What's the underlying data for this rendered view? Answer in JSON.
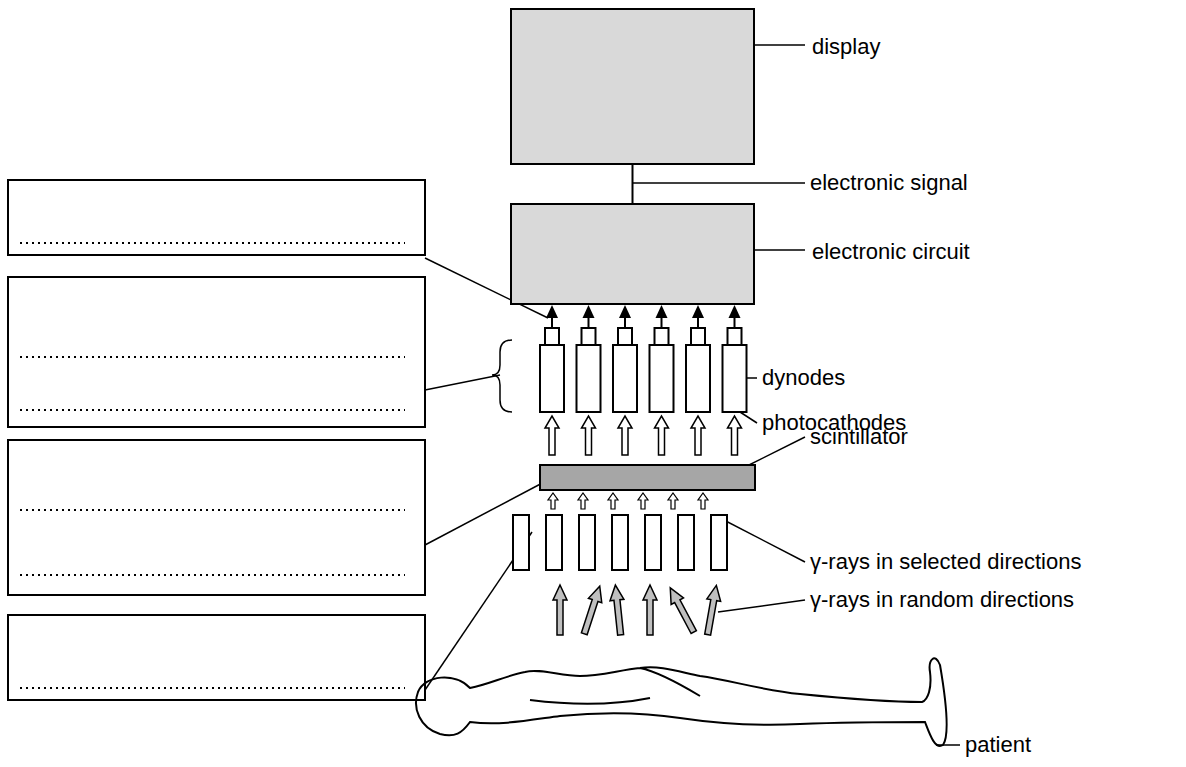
{
  "diagram": {
    "nodes": [
      {
        "text": [
          "display"
        ]
      },
      {
        "text": [
          "electronic circuit"
        ]
      }
    ],
    "edges": [
      {
        "from": 1,
        "to": 0,
        "arrow": "none"
      }
    ],
    "labels": [
      "electronic signal",
      "dynodes",
      "photocathodes",
      "scintillator",
      "γ-rays in selected directions",
      "γ-rays in random directions",
      "patient"
    ]
  }
}
